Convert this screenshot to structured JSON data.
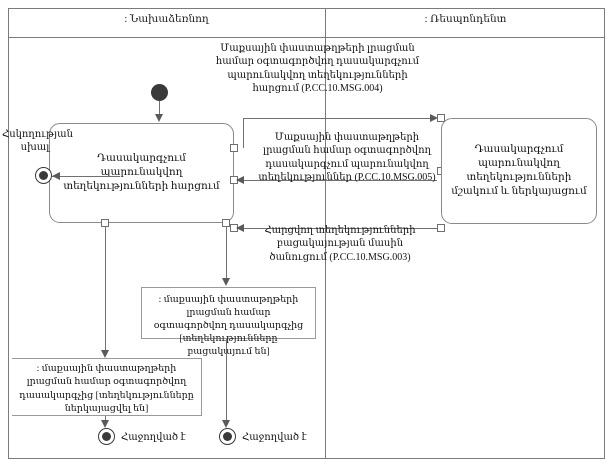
{
  "diagram": {
    "title_partitions": {
      "left": ": Նախաձեռնող",
      "right": ": Ռեսպոնդենտ"
    }
  },
  "messages": {
    "request_004": "Մաքսային փաստաթղթերի լրացման համար օգտագործվող դասակարգչում պարունակվող տեղեկությունների հարցում (P.CC.10.MSG.004)",
    "response_005": "Մաքսային փաստաթղթերի լրացման համար օգտագործվող դասակարգչում պարունակվող տեղեկություններ (P.CC.10.MSG.005)",
    "notfound_003": "Հարցվող տեղեկությունների բացակայության մասին ծանուցում (P.CC.10.MSG.003)"
  },
  "activities": {
    "initiator_request": "Դասակարգչում պարունակվող տեղեկությունների հարցում",
    "responder_process": "Դասակարգչում պարունակվող տեղեկությունների մշակում և ներկայացում"
  },
  "nodes": {
    "error_label": "Հսկողության սխալ",
    "final_ok_1": "Հաջողված է",
    "final_ok_2": "Հաջողված է"
  },
  "notes": {
    "no_data": ": մաքսային փաստաթղթերի լրացման համար օգտագործվող դասակարգչից [տեղեկությունները բացակայում են]",
    "data_presented": ": մաքսային փաստաթղթերի լրացման համար օգտագործվող դասակարգչից [տեղեկությունները ներկայացվել են]"
  }
}
